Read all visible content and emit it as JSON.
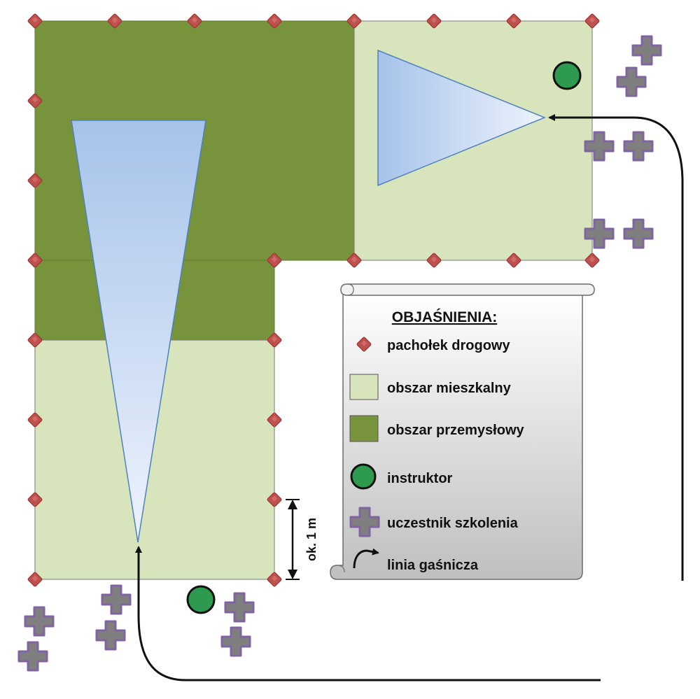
{
  "legend": {
    "title": "OBJAŚNIENIA:",
    "items": [
      {
        "label": "pachołek drogowy",
        "icon": "cone-marker-icon"
      },
      {
        "label": "obszar mieszkalny",
        "icon": "residential-area-swatch"
      },
      {
        "label": "obszar przemysłowy",
        "icon": "industrial-area-swatch"
      },
      {
        "label": "instruktor",
        "icon": "instructor-icon"
      },
      {
        "label": "uczestnik szkolenia",
        "icon": "participant-icon"
      },
      {
        "label": "linia gaśnicza",
        "icon": "hose-line-icon"
      }
    ]
  },
  "dimension_label": "ok. 1 m",
  "colors": {
    "residential": "#d8e4bc",
    "industrial": "#77933c",
    "cone": "#c0504d",
    "instructor": "#2e9a4f",
    "participant": "#7f7f7f",
    "participant_outline": "#8064a2",
    "triangle_start": "#a6c3ea",
    "triangle_end": "#e9f0fb",
    "line": "#111111"
  }
}
